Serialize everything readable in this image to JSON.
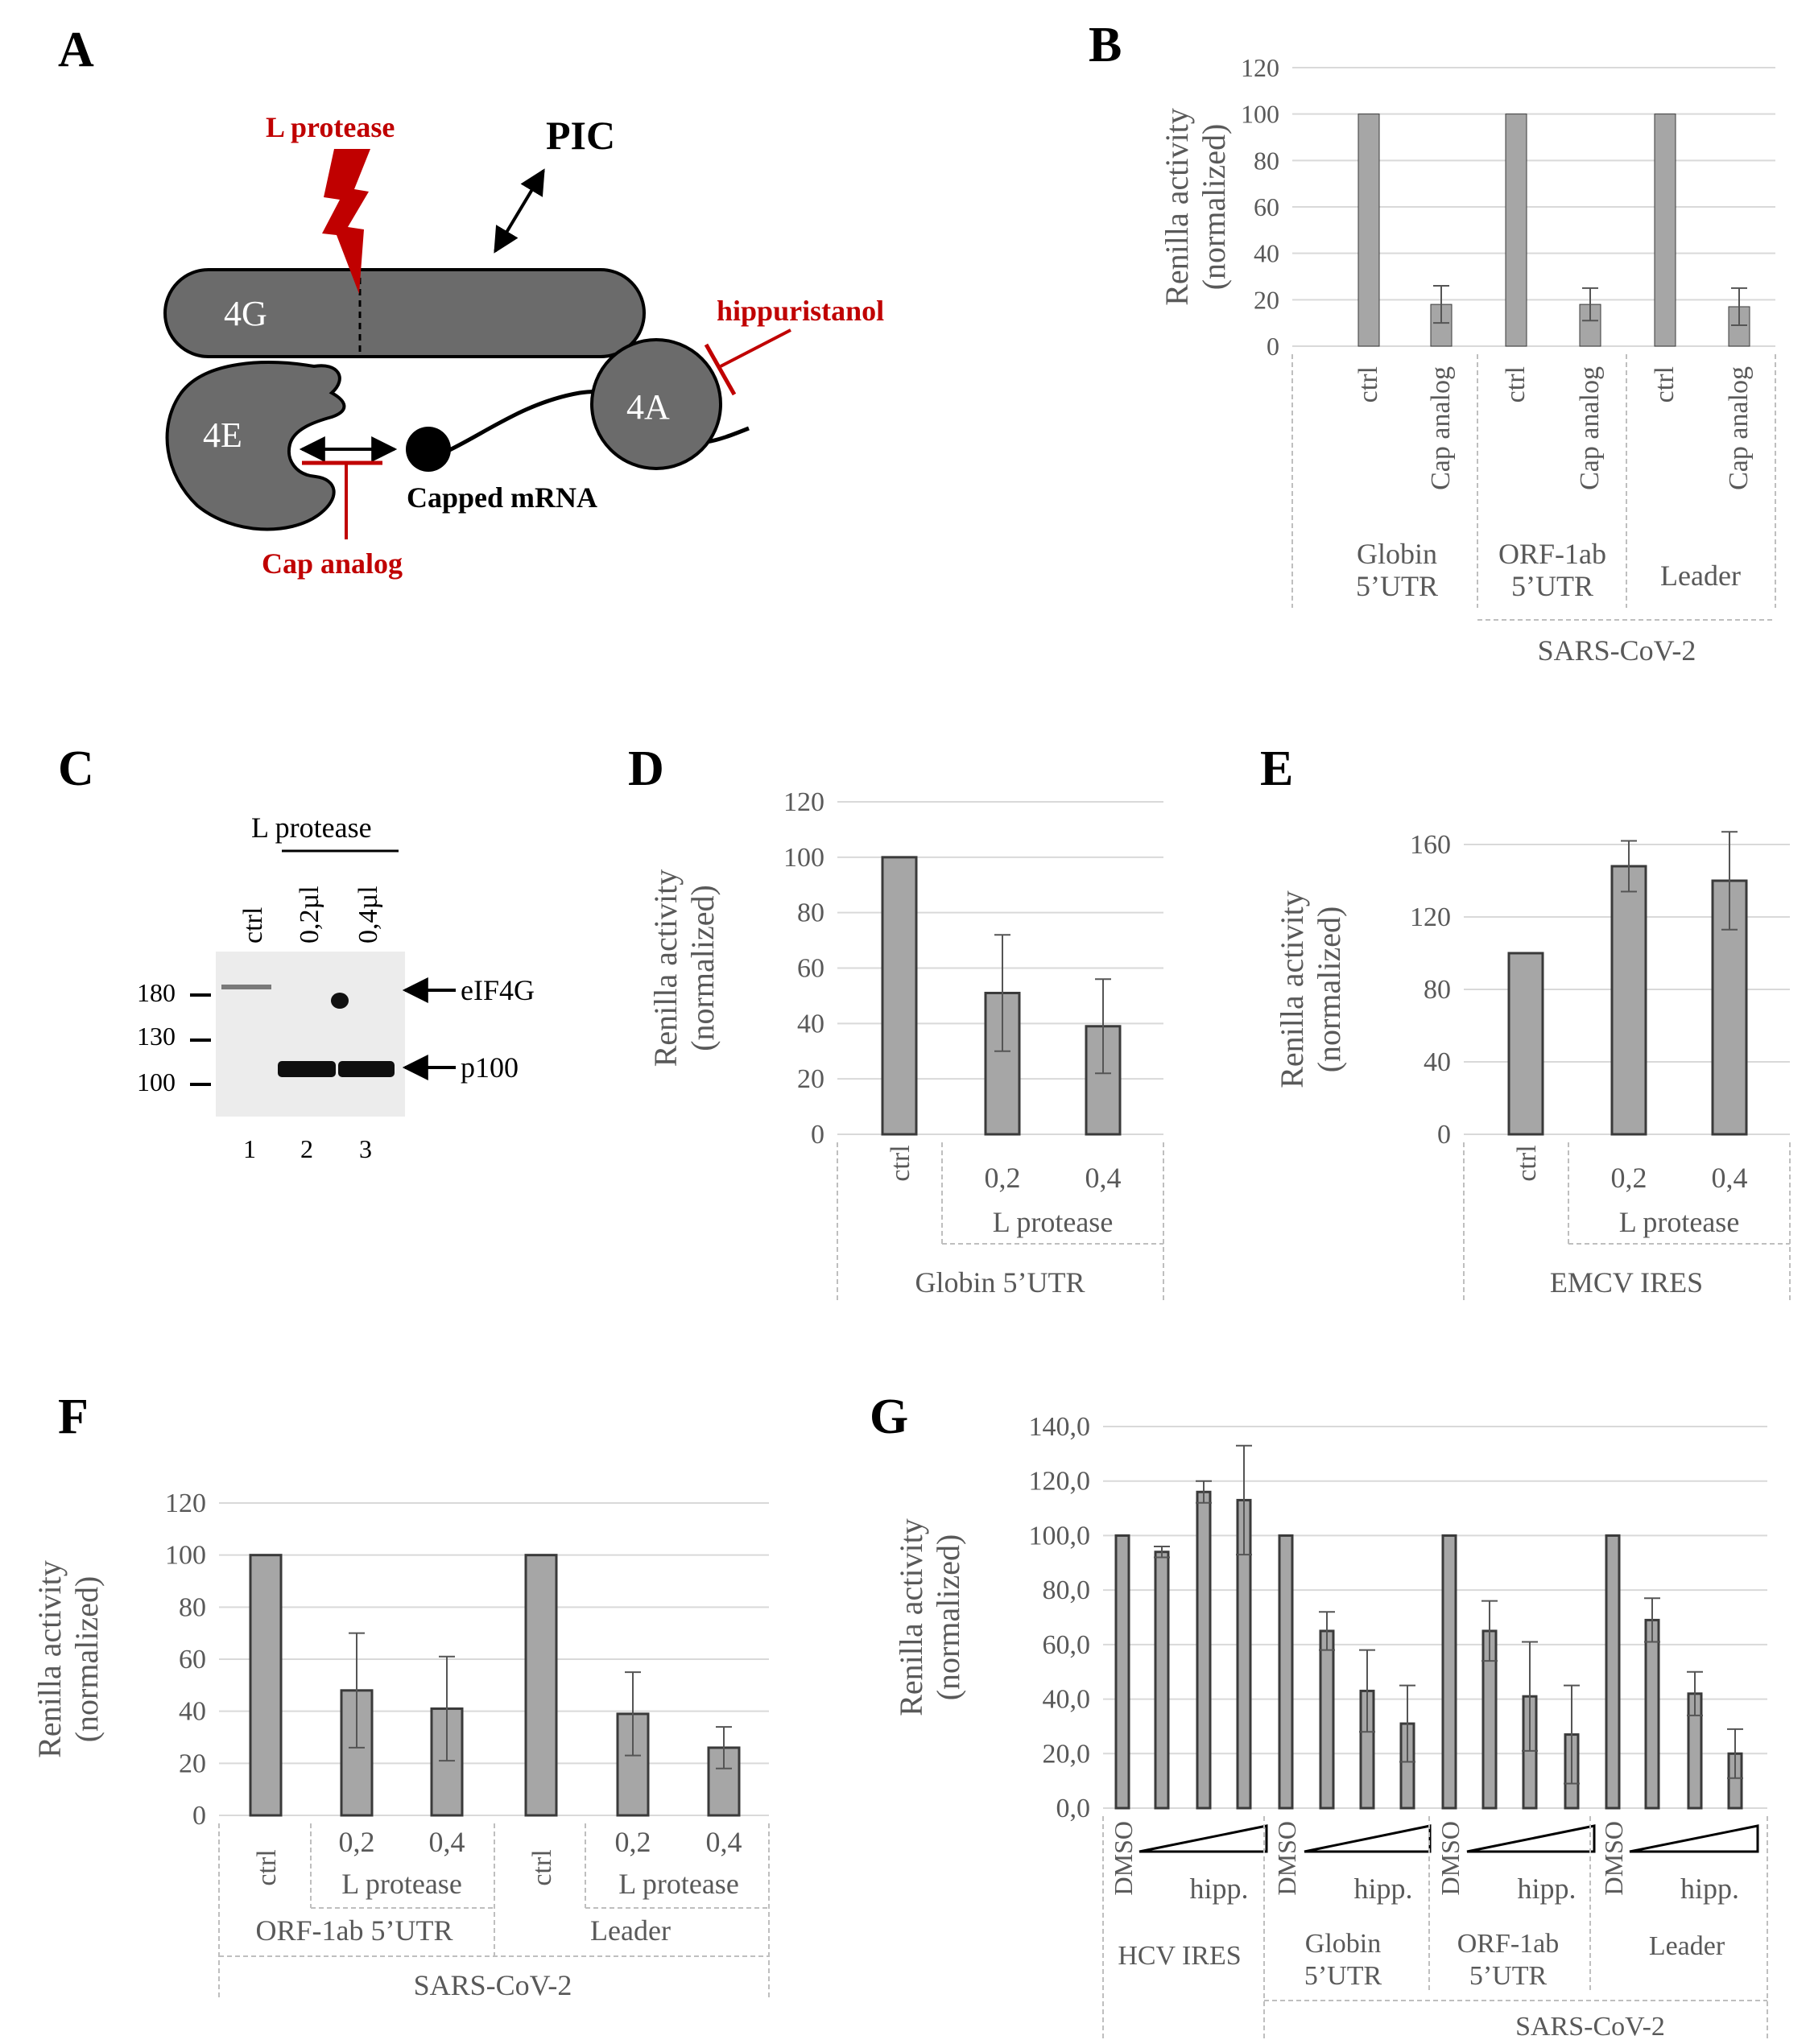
{
  "panel_letters": [
    "A",
    "B",
    "C",
    "D",
    "E",
    "F",
    "G"
  ],
  "colors": {
    "bar_fill": "#a6a6a6",
    "bar_stroke": "#3a3a3a",
    "gridline": "#d9d9d9",
    "axis_text": "#595959",
    "inhibitor_red": "#c00000",
    "protein_gray": "#6b6b6b",
    "text_black": "#000000"
  },
  "diagram": {
    "labels": {
      "l_protease": "L protease",
      "pic": "PIC",
      "hippuristanol": "hippuristanol",
      "cap_analog": "Cap analog",
      "capped_mrna": "Capped mRNA"
    },
    "proteins": [
      "4G",
      "4E",
      "4A"
    ]
  },
  "blot": {
    "header": "L protease",
    "lanes": [
      "ctrl",
      "0,2µl",
      "0,4µl"
    ],
    "lane_numbers": [
      "1",
      "2",
      "3"
    ],
    "markers": [
      "180",
      "130",
      "100"
    ],
    "bands": [
      "eIF4G",
      "p100"
    ]
  },
  "chart_data": [
    {
      "panel": "B",
      "type": "bar",
      "ylabel": "Renilla activity (normalized)",
      "ylim": [
        0,
        120
      ],
      "yticks": [
        "0",
        "20",
        "40",
        "60",
        "80",
        "100",
        "120"
      ],
      "categories": [
        "ctrl",
        "Cap analog",
        "ctrl",
        "Cap analog",
        "ctrl",
        "Cap analog"
      ],
      "values": [
        100,
        18,
        100,
        18,
        100,
        17
      ],
      "errors": [
        0,
        8,
        0,
        7,
        0,
        8
      ],
      "groups": [
        "Globin 5’UTR",
        "ORF-1ab 5’UTR",
        "Leader"
      ],
      "supergroup": "SARS-CoV-2"
    },
    {
      "panel": "D",
      "type": "bar",
      "ylabel": "Renilla activity (normalized)",
      "ylim": [
        0,
        120
      ],
      "yticks": [
        "0",
        "20",
        "40",
        "60",
        "80",
        "100",
        "120"
      ],
      "categories": [
        "ctrl",
        "0,2",
        "0,4"
      ],
      "values": [
        100,
        51,
        39
      ],
      "errors": [
        0,
        21,
        17
      ],
      "sublabel": "L protease",
      "group": "Globin 5’UTR"
    },
    {
      "panel": "E",
      "type": "bar",
      "ylabel": "Renilla activity (normalized)",
      "ylim": [
        0,
        160
      ],
      "yticks": [
        "0",
        "40",
        "80",
        "120",
        "160"
      ],
      "categories": [
        "ctrl",
        "0,2",
        "0,4"
      ],
      "values": [
        100,
        148,
        140
      ],
      "errors": [
        0,
        14,
        27
      ],
      "sublabel": "L protease",
      "group": "EMCV IRES"
    },
    {
      "panel": "F",
      "type": "bar",
      "ylabel": "Renilla activity (normalized)",
      "ylim": [
        0,
        120
      ],
      "yticks": [
        "0",
        "20",
        "40",
        "60",
        "80",
        "100",
        "120"
      ],
      "categories": [
        "ctrl",
        "0,2",
        "0,4",
        "ctrl",
        "0,2",
        "0,4"
      ],
      "values": [
        100,
        48,
        41,
        100,
        39,
        26
      ],
      "errors": [
        0,
        22,
        20,
        0,
        16,
        8
      ],
      "sublabel": "L protease",
      "groups": [
        "ORF-1ab 5’UTR",
        "Leader"
      ],
      "supergroup": "SARS-CoV-2"
    },
    {
      "panel": "G",
      "type": "bar",
      "ylabel": "Renilla activity (normalized)",
      "ylim": [
        0,
        140
      ],
      "yticks": [
        "0,0",
        "20,0",
        "40,0",
        "60,0",
        "80,0",
        "100,0",
        "120,0",
        "140,0"
      ],
      "values": [
        100,
        94,
        116,
        113,
        100,
        65,
        43,
        31,
        100,
        65,
        41,
        27,
        100,
        69,
        42,
        20
      ],
      "errors": [
        0,
        2,
        4,
        20,
        0,
        7,
        15,
        14,
        0,
        11,
        20,
        18,
        0,
        8,
        8,
        9
      ],
      "control_label": "DMSO",
      "treatment_label": "hipp.",
      "groups": [
        "HCV IRES",
        "Globin 5’UTR",
        "ORF-1ab 5’UTR",
        "Leader"
      ],
      "supergroup": "SARS-CoV-2"
    }
  ]
}
